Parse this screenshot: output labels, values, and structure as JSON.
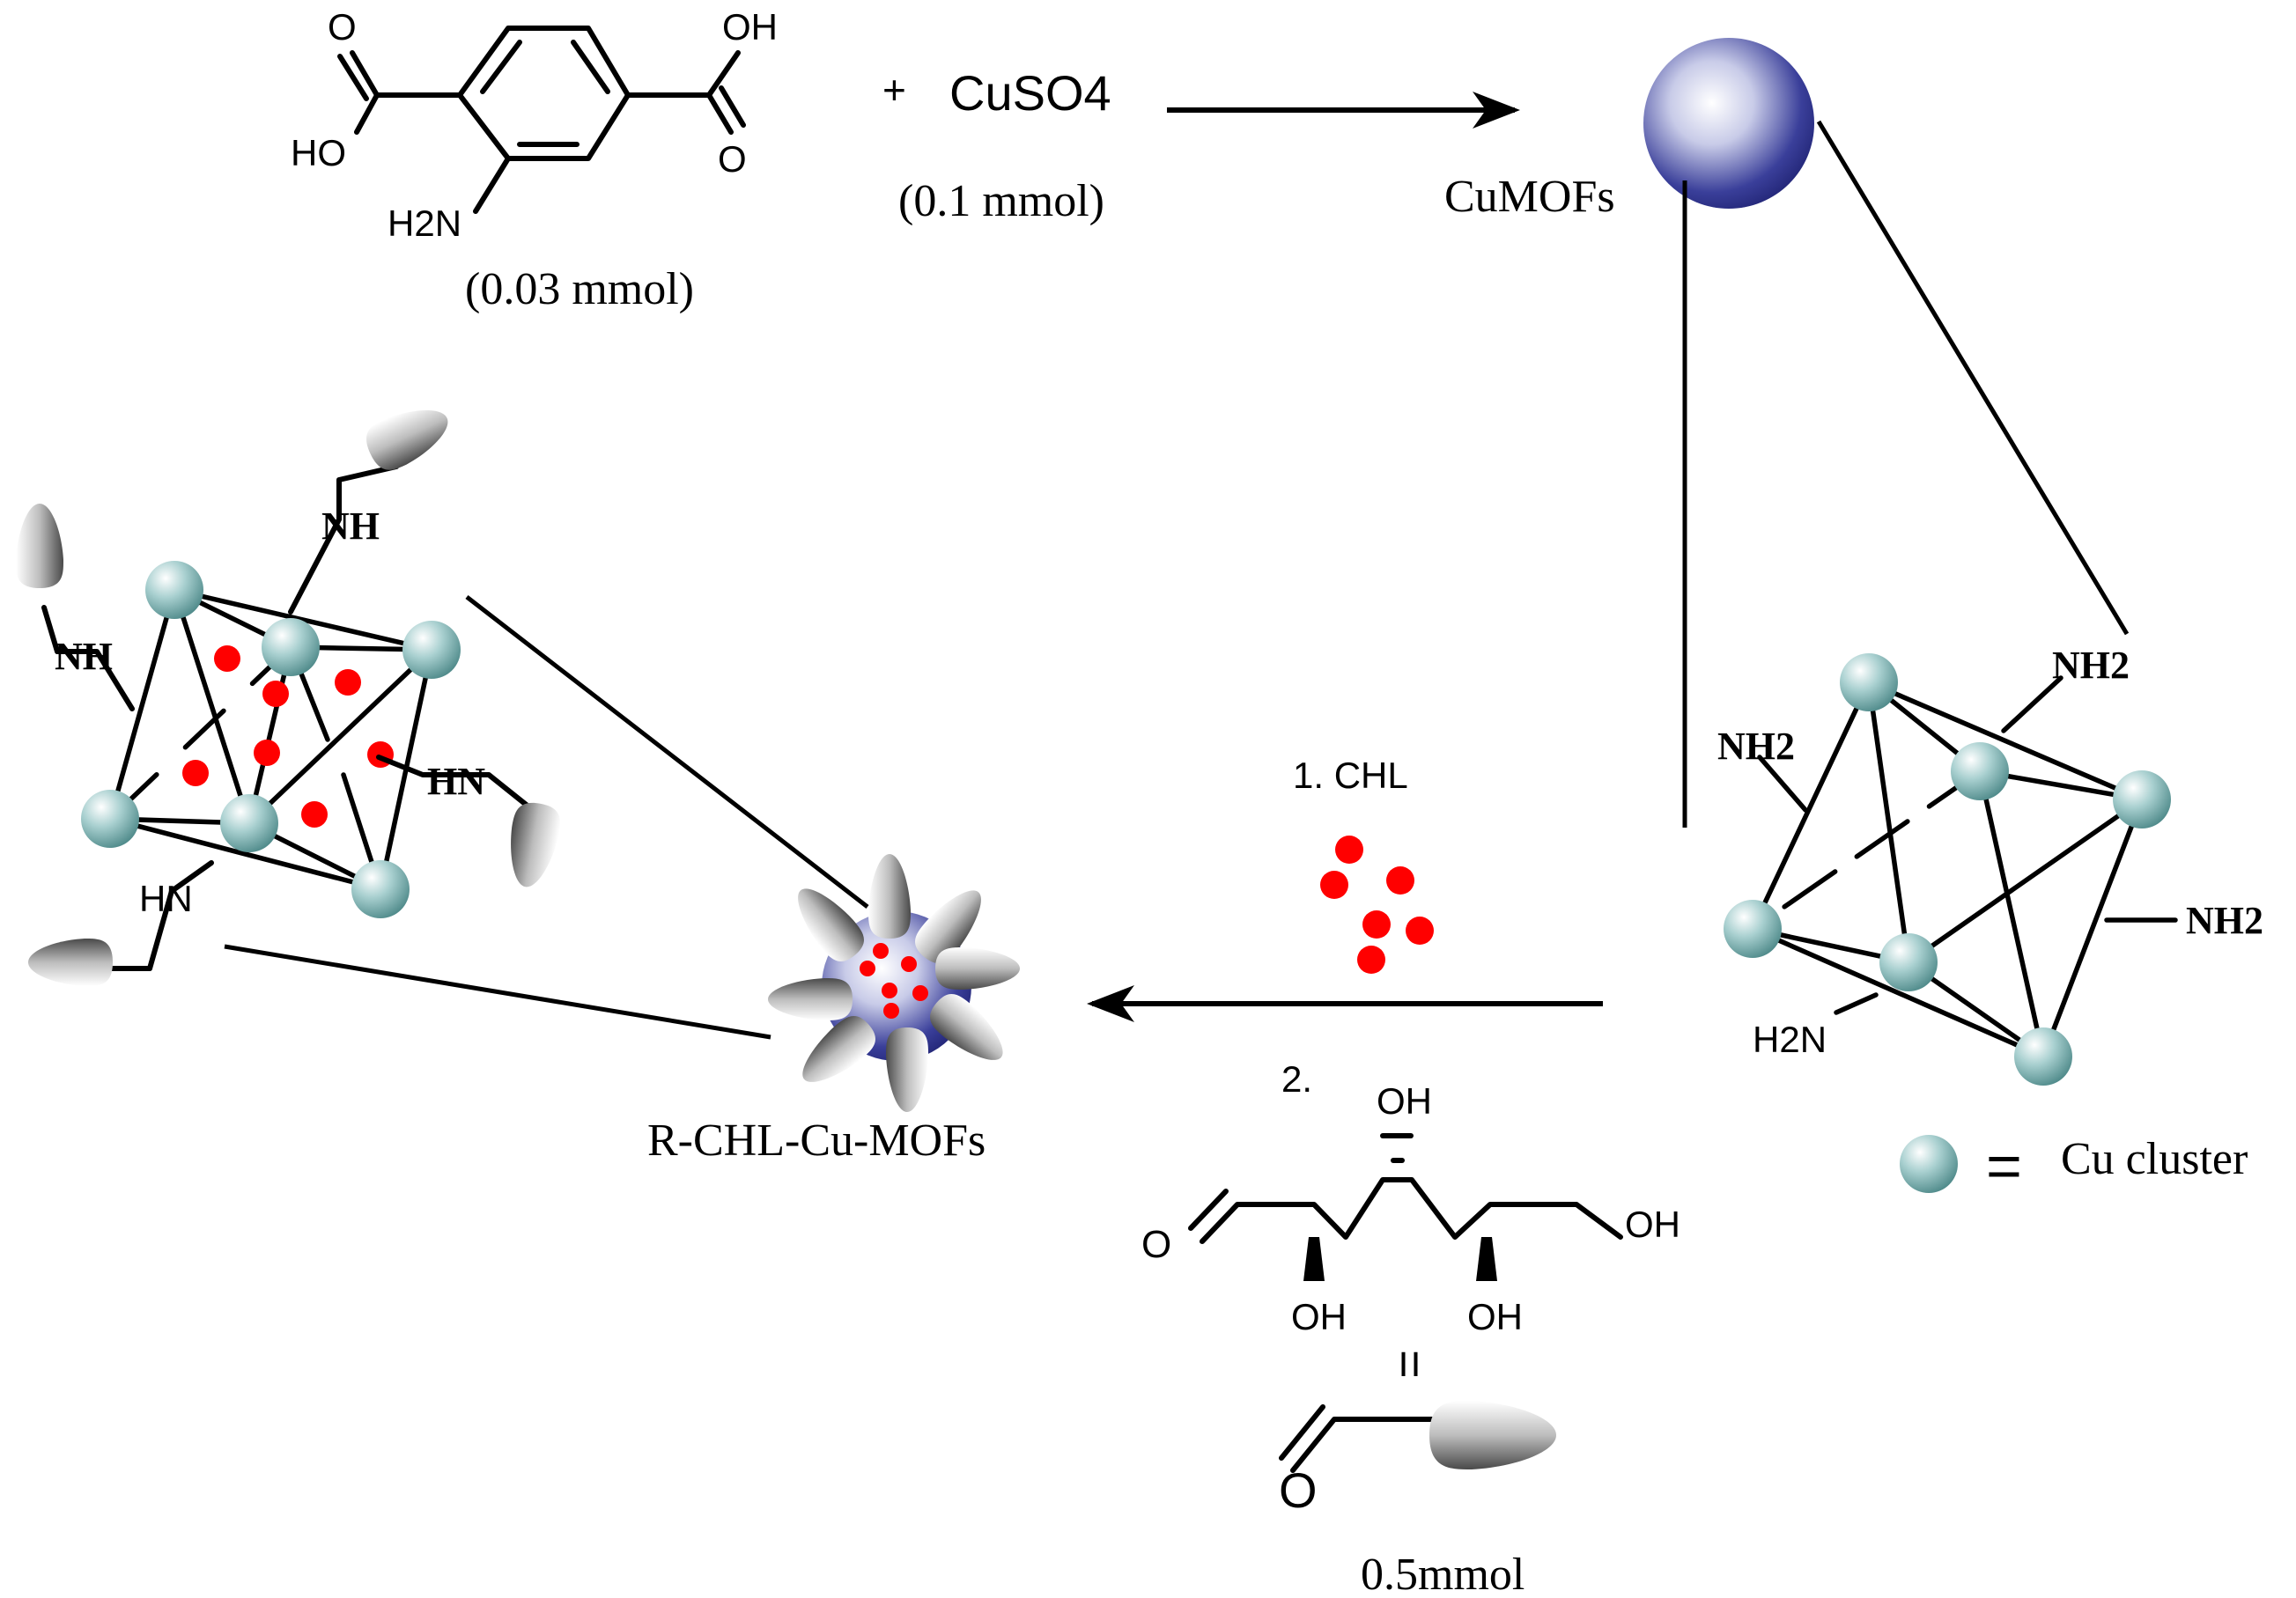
{
  "reactants": {
    "ligand": {
      "label_o_top": "O",
      "label_ho_left": "HO",
      "label_oh_right": "OH",
      "label_o_right": "O",
      "label_amine": "H2N",
      "amount": "(0.03 mmol)"
    },
    "plus": "+",
    "salt": "CuSO4",
    "salt_amount": "(0.1 mmol)"
  },
  "product_cumofs": "CuMOFs",
  "cluster_labels": {
    "nh2_top": "NH2",
    "nh2_left": "NH2",
    "nh2_right": "NH2",
    "h2n_bottom": "H2N"
  },
  "legend": {
    "equals": "=",
    "text": "Cu cluster"
  },
  "step_labels": {
    "step1": "1. CHL",
    "step2": "2."
  },
  "sugar": {
    "oh_top": "OH",
    "o_left": "O",
    "oh_right": "OH",
    "oh_bottom_left": "OH",
    "oh_bottom_right": "OH",
    "equals": "=",
    "aldehyde_o": "O",
    "amount": "0.5mmol"
  },
  "final_product": "R-CHL-Cu-MOFs",
  "functionalized_labels": {
    "nh_top": "NH",
    "nh_left": "NH",
    "hn_right": "HN",
    "hn_bottom": "HN"
  },
  "colors": {
    "cu_sphere": "#7fb3b3",
    "mof_sphere": "#2e3190",
    "chl_dot": "#ff0000",
    "sugar_drop": "#8c8c8c"
  }
}
